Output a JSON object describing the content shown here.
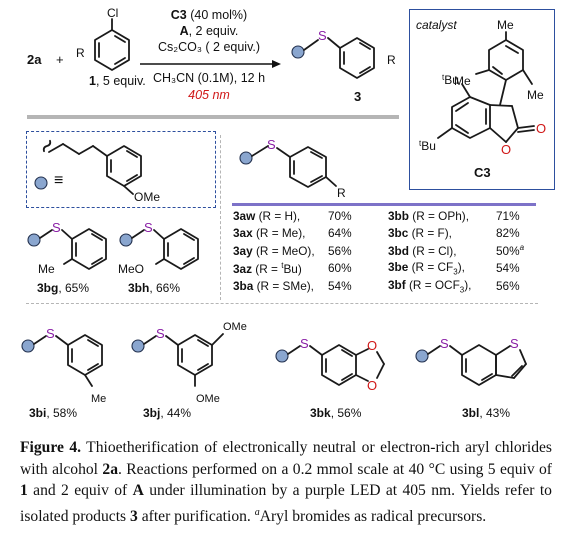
{
  "scheme": {
    "reactant_a": "2a",
    "plus": "+",
    "reactant_1_substituent": "R",
    "reactant_1_atom": "Cl",
    "reactant_1_label": "1",
    "reactant_1_equiv": ", 5 equiv.",
    "conditions": {
      "line1_bold": "C3",
      "line1_rest": " (40 mol%)",
      "line2_bold": "A",
      "line2_rest": ", 2 equiv.",
      "line3": "Cs₂CO₃ ( 2 equiv.)",
      "line4": "CH₃CN (0.1M), 12 h",
      "line5": "405 nm"
    },
    "product_label": "3",
    "product_substituent": "R",
    "sulfur": "S"
  },
  "catalyst": {
    "title": "catalyst",
    "label": "C3",
    "me": "Me",
    "tbu": "Bu",
    "tbu_sup": "t",
    "oxygen": "O"
  },
  "legend": {
    "equiv_symbol": "≡",
    "substituent": "OMe"
  },
  "table": {
    "rows": [
      {
        "c1": "3aw",
        "c1r": " (R = H),",
        "y1": "70%",
        "c2": "3bb",
        "c2r": " (R = OPh),",
        "y2": "71%"
      },
      {
        "c1": "3ax",
        "c1r": " (R = Me),",
        "y1": "64%",
        "c2": "3bc",
        "c2r": " (R = F),",
        "y2": "82%"
      },
      {
        "c1": "3ay",
        "c1r": " (R = MeO),",
        "y1": "56%",
        "c2": "3bd",
        "c2r": " (R = Cl),",
        "y2": "50%",
        "y2sup": "a"
      },
      {
        "c1": "3az",
        "c1r_pre": " (R = ",
        "c1r_sup": "t",
        "c1r_post": "Bu)",
        "y1": "60%",
        "c2": "3be",
        "c2r_pre": " (R = CF",
        "c2r_sub": "3",
        "c2r_post": "),",
        "y2": "54%"
      },
      {
        "c1": "3ba",
        "c1r": " (R = SMe),",
        "y1": "54%",
        "c2": "3bf",
        "c2r_pre": " (R = OCF",
        "c2r_sub": "3",
        "c2r_post": "),",
        "y2": "56%"
      }
    ],
    "r_label": "R"
  },
  "products": {
    "p3bg": {
      "id": "3bg",
      "yield": ", 65%",
      "sub": "Me"
    },
    "p3bh": {
      "id": "3bh",
      "yield": ", 66%",
      "sub": "MeO"
    },
    "p3bi": {
      "id": "3bi",
      "yield": ", 58%",
      "sub": "Me"
    },
    "p3bj": {
      "id": "3bj",
      "yield": ", 44%",
      "sub1": "OMe",
      "sub2": "OMe"
    },
    "p3bk": {
      "id": "3bk",
      "yield": ", 56%",
      "o": "O"
    },
    "p3bl": {
      "id": "3bl",
      "yield": ", 43%",
      "s": "S"
    }
  },
  "caption": {
    "figure": "Figure 4.",
    "t1": " Thioetherification of electronically neutral or electron-rich aryl chlorides with alcohol ",
    "b1": "2a",
    "t2": ". Reactions performed on a 0.2 mmol scale at 40 °C using 5 equiv of ",
    "b2": "1",
    "t3": " and 2 equiv of ",
    "b3": "A",
    "t4": " under illumination by a purple LED at 405 nm. Yields refer to isolated products ",
    "b4": "3",
    "t5": " after purification. ",
    "fn_mark": "a",
    "t6": "Aryl bromides as radical precursors."
  },
  "colors": {
    "sulfur": "#8a1fa6",
    "oxygen": "#d01818",
    "wavelength": "#d01818",
    "sphere_fill": "#8aa6cf",
    "box_border": "#2d4f9e",
    "table_rule": "#7d72c8",
    "separator": "#b5b5b5"
  }
}
